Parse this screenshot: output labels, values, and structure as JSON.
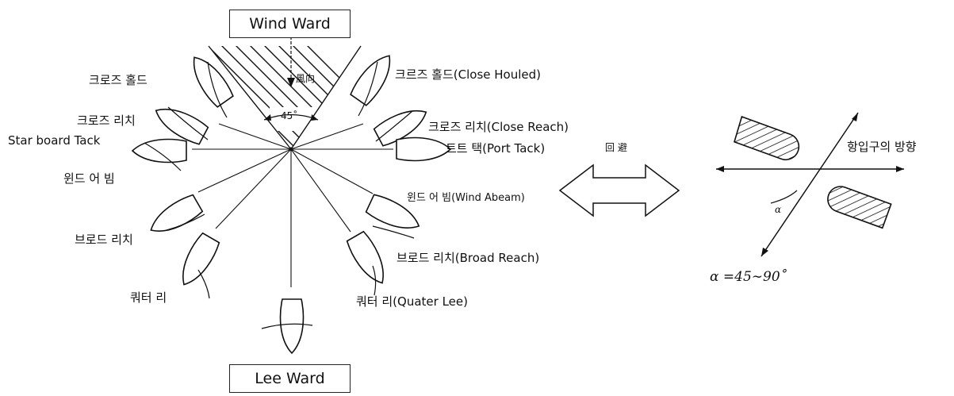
{
  "header": {
    "windward": "Wind Ward",
    "leeward": "Lee Ward"
  },
  "center": {
    "wind_dir": "風向",
    "angle": "45˚"
  },
  "labels_left": {
    "close_hauled": "크로즈 홀드",
    "close_reach": "크로즈 리치",
    "starboard_tack": "Star board Tack",
    "wind_abeam": "윈드 어 빔",
    "broad_reach": "브로드 리치",
    "quarter_lee": "쿼터 리"
  },
  "labels_right": {
    "close_hauled": "크르즈 홀드(Close Houled)",
    "close_reach": "크로즈 리치(Close Reach)",
    "port_tack": "트트 택(Port Tack)",
    "wind_abeam": "윈드 어 빔(Wind Abeam)",
    "broad_reach": "브로드 리치(Broad Reach)",
    "quarter_lee": "쿼터 리(Quater Lee)"
  },
  "arrow_label": "回 避",
  "harbor": {
    "direction": "항입구의 방향",
    "alpha_small": "α",
    "formula": "α =45∼90˚"
  }
}
